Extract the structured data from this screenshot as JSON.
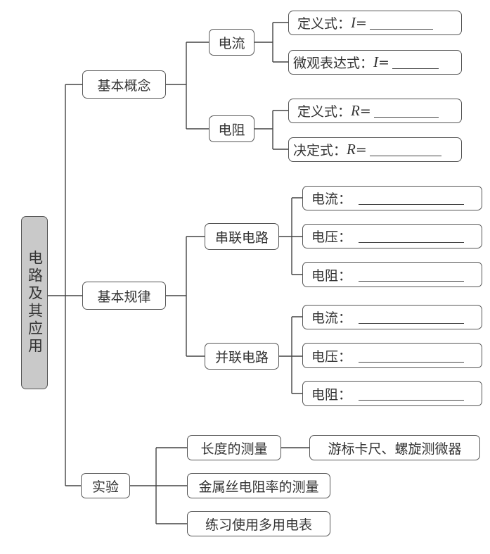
{
  "root": "电路及其应用",
  "branches": {
    "concepts": {
      "label": "基本概念",
      "current": {
        "label": "电流",
        "leaves": [
          {
            "prefix": "定义式：",
            "var": "I",
            "eq": "="
          },
          {
            "prefix": "微观表达式：",
            "var": "I",
            "eq": "="
          }
        ]
      },
      "resistance": {
        "label": "电阻",
        "leaves": [
          {
            "prefix": "定义式：",
            "var": "R",
            "eq": "="
          },
          {
            "prefix": "决定式：",
            "var": "R",
            "eq": "="
          }
        ]
      }
    },
    "laws": {
      "label": "基本规律",
      "series": {
        "label": "串联电路",
        "leaves": [
          "电流：",
          "电压：",
          "电阻："
        ]
      },
      "parallel": {
        "label": "并联电路",
        "leaves": [
          "电流：",
          "电压：",
          "电阻："
        ]
      }
    },
    "experiments": {
      "label": "实验",
      "items": [
        "长度的测量",
        "金属丝电阻率的测量",
        "练习使用多用电表"
      ],
      "length_tools": "游标卡尺、螺旋测微器"
    }
  }
}
